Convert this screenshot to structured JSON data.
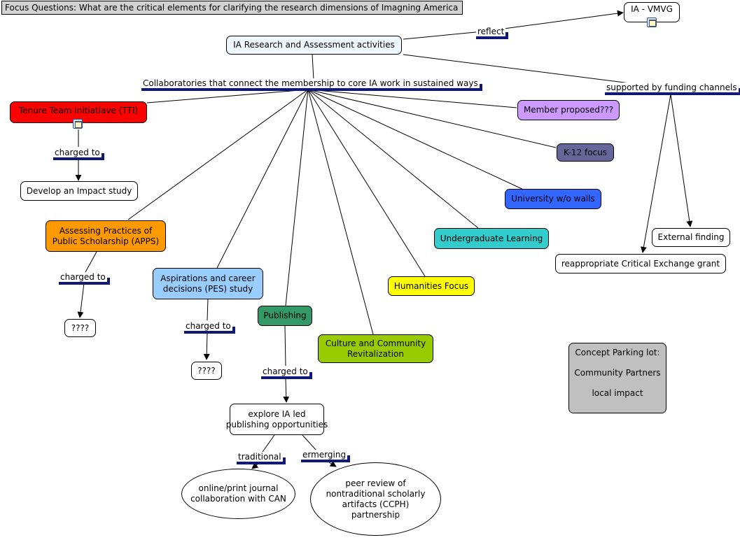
{
  "header": {
    "focus_question": "Focus Questions: What are the critical elements for clarifying the research dimensions of Imagning America"
  },
  "nodes": {
    "ia_vmvg": [
      "IA - VMVG"
    ],
    "ia_research": [
      "IA Research and Assessment activities"
    ],
    "tti": [
      "Tenure Team Initiatiave (TTI)"
    ],
    "impact_study": [
      "Develop an Impact study"
    ],
    "apps": [
      "Assessing Practices of",
      "Public Scholarship (APPS)"
    ],
    "apps_result": [
      "????"
    ],
    "pes": [
      "Aspirations and career",
      "decisions (PES) study"
    ],
    "pes_result": [
      "????"
    ],
    "publishing": [
      "Publishing"
    ],
    "explore": [
      "explore IA led",
      "publishing opportunities"
    ],
    "journal": [
      "online/print journal",
      "collaboration with CAN"
    ],
    "peer_review": [
      "peer review of",
      "nontraditional scholarly",
      "artifacts (CCPH)",
      "partnership"
    ],
    "culture": [
      "Culture and Community",
      "Revitalization"
    ],
    "humanities": [
      "Humanities Focus"
    ],
    "undergrad": [
      "Undergraduate Learning"
    ],
    "university": [
      "University w/o walls"
    ],
    "k12": [
      "K-12 focus"
    ],
    "member": [
      "Member proposed???"
    ],
    "external": [
      "External finding"
    ],
    "reappropriate": [
      "reappropriate Critical Exchange grant"
    ],
    "parking": [
      "Concept Parking lot:",
      "",
      "Community Partners",
      "",
      "local impact"
    ]
  },
  "labels": {
    "reflect": "reflect",
    "collaboratories": "Collaboratories that connect the membership to core IA work in sustained ways",
    "funding": "supported by funding channels",
    "tti_charged": "charged to",
    "apps_charged": "charged to",
    "pes_charged": "charged to",
    "pub_charged": "charged to",
    "traditional": "traditional",
    "emerging": "ermerging"
  },
  "icons": {
    "vmvg_doc": "document-icon",
    "tti_doc": "document-icon"
  },
  "colors": {
    "tti": "#ff0000",
    "apps": "#ff9900",
    "pes": "#99ccff",
    "publishing": "#339966",
    "culture": "#99cc00",
    "humanities": "#ffff00",
    "undergrad": "#33cccc",
    "university": "#3366ff",
    "k12": "#666699",
    "member": "#cc99ff",
    "parking": "#c0c0c0",
    "ia_research": "#f0f8ff",
    "link_label_underline": "#0f1873"
  }
}
